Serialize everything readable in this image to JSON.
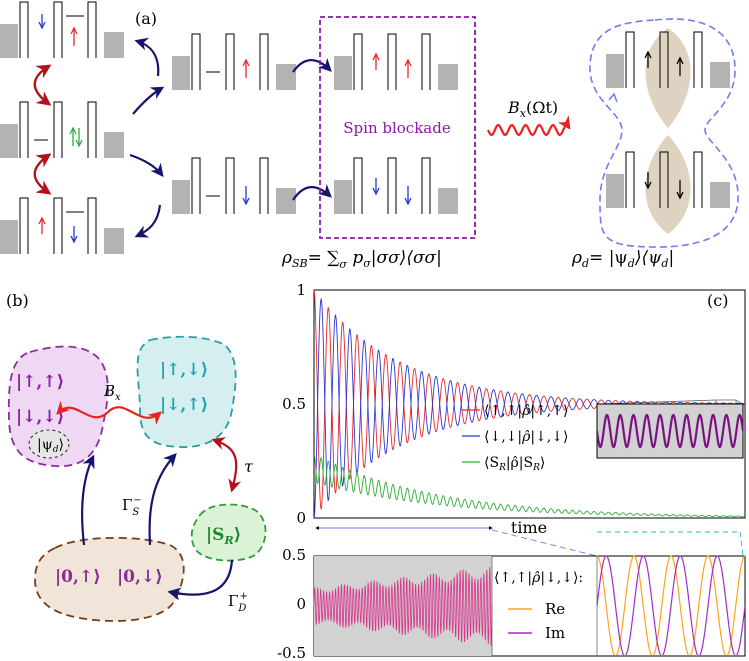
{
  "panel_labels": {
    "a": "(a)",
    "b": "(b)",
    "c": "(c)"
  },
  "panel_a": {
    "spin_blockade_label": "Spin blockade",
    "drive_label": "B",
    "drive_sub": "x",
    "drive_arg": "(Ωt)",
    "rho_sb": {
      "lhs": "ρ",
      "lhs_sub": "SB",
      "rhs": "= ∑",
      "sum_sub": "σ",
      "tail": " p",
      "p_sub": "σ",
      "ket": "|σσ⟩⟨σσ|"
    },
    "rho_d": {
      "lhs": "ρ",
      "lhs_sub": "d",
      "rhs": "= |ψ",
      "psi_sub1": "d",
      "mid": "⟩⟨ψ",
      "psi_sub2": "d",
      "end": "|"
    },
    "colors": {
      "up": "#e8292e",
      "down": "#2a37d4",
      "green": "#2fae39",
      "arrow": "#15146e",
      "bidir": "#b3121b",
      "blockade": "#8a1aa3",
      "cloud": "#6f7df0",
      "lobe": "#ded3c0",
      "lead": "#b3b3b3"
    }
  },
  "panel_b": {
    "triplet": {
      "top": "|↑,↑⟩",
      "bottom": "|↓,↓⟩",
      "psi": "|ψ",
      "psi_sub": "d",
      "psi_end": "⟩"
    },
    "mixed": {
      "top": "|↑,↓⟩",
      "bottom": "|↓,↑⟩"
    },
    "singlet": {
      "label": "|S",
      "sub": "R",
      "end": "⟩"
    },
    "empty": {
      "left": "|0,↑⟩",
      "right": "|0,↓⟩"
    },
    "labels": {
      "bx": "B",
      "bx_sub": "x",
      "tau": "τ",
      "gamma_s": "Γ",
      "gamma_s_sub": "S",
      "gamma_s_sup": "−",
      "gamma_d": "Γ",
      "gamma_d_sub": "D",
      "gamma_d_sup": "+"
    },
    "colors": {
      "triplet_fill": "#efd8f3",
      "triplet_stroke": "#8e2aa6",
      "triplet_text": "#8a1ea2",
      "mixed_fill": "#d5eff1",
      "mixed_stroke": "#2a9ea3",
      "mixed_text": "#23a3ad",
      "singlet_fill": "#dbf2d6",
      "singlet_stroke": "#2e9d33",
      "singlet_text": "#1d8a2b",
      "empty_fill": "#f1e5da",
      "empty_stroke": "#7a3b14",
      "empty_text": "#8a2c93",
      "arrow": "#15146e",
      "bidir": "#e8221c",
      "bidir_dark": "#b3121b"
    }
  },
  "chart_data": [
    {
      "type": "line",
      "title": "",
      "xlabel": "time",
      "ylabel": "",
      "ylim": [
        0,
        1
      ],
      "yticks": [
        "0",
        "0.5",
        "1"
      ],
      "grid": false,
      "legend_placement": "center-right",
      "series": [
        {
          "name": "⟨↑,↑|ρ̂|↑,↑⟩",
          "color": "#e8292e",
          "start": 1.0,
          "steady": 0.5,
          "oscillation": "damped",
          "periods": 30,
          "decay_per_unit_time": 5.0
        },
        {
          "name": "⟨↓,↓|ρ̂|↓,↓⟩",
          "color": "#2a37d4",
          "start": 0.0,
          "steady": 0.5,
          "oscillation": "damped",
          "periods": 30,
          "decay_per_unit_time": 5.0
        },
        {
          "name": "⟨S_R|ρ̂|S_R⟩",
          "color": "#2fae39",
          "start": 0.28,
          "steady": 0.0,
          "oscillation": "small",
          "periods": 30,
          "decay_per_unit_time": 3.5
        }
      ],
      "inset": {
        "series": "⟨↑,↑|ρ̂|↑,↑⟩ and ⟨↓,↓|ρ̂|↓,↓⟩ zoomed",
        "color": "#7a1281",
        "background": "#d2d2d2",
        "periods": 11
      }
    },
    {
      "type": "line",
      "title": "⟨↑,↑|ρ̂|↓,↓⟩:",
      "xlabel": "",
      "ylabel": "",
      "ylim": [
        -0.5,
        0.5
      ],
      "yticks": [
        "0.5",
        "0",
        "-0.5"
      ],
      "grid": false,
      "legend_placement": "center",
      "series": [
        {
          "name": "Re",
          "color": "#ffa31a"
        },
        {
          "name": "Im",
          "color": "#a42bc4"
        }
      ],
      "left_window": {
        "background": "#d2d2d2",
        "envelope_start": 0.18,
        "envelope_end": 0.4,
        "color": "#d8358c",
        "periods": 60
      },
      "right_window": {
        "amplitude": 0.5,
        "periods": 4
      }
    }
  ],
  "legend_series": {
    "up": {
      "a": "⟨↑,↑|",
      "b": "ρ̂",
      "c": "|↑,↑⟩"
    },
    "down": {
      "a": "⟨↓,↓|",
      "b": "ρ̂",
      "c": "|↓,↓⟩"
    },
    "sr": {
      "a": "⟨S",
      "sub": "R",
      "b": "|ρ̂|S",
      "sub2": "R",
      "c": "⟩"
    }
  },
  "bottom_title": {
    "a": "⟨↑,↑|",
    "b": "ρ̂",
    "c": "|↓,↓⟩:"
  }
}
